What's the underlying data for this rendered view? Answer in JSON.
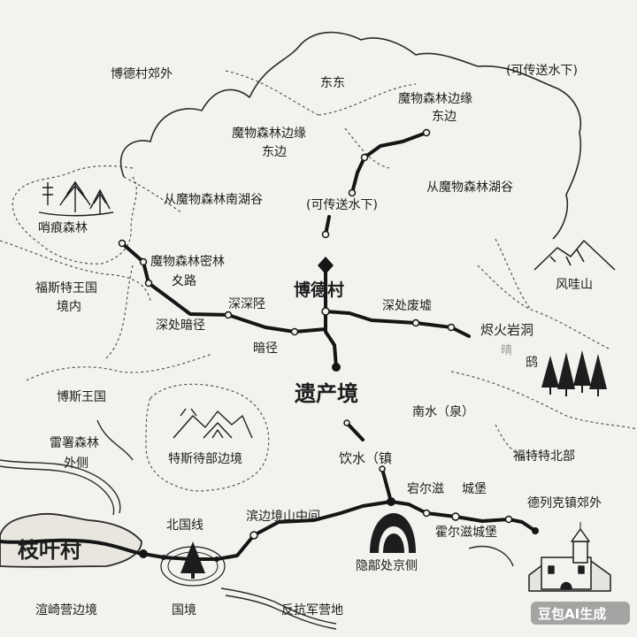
{
  "colors": {
    "background": "#f3f2ee",
    "ink": "#1d1d1d",
    "route": "#151515"
  },
  "icons": [
    "pine-forest-icon",
    "mountain-icon",
    "pine-grove-icon",
    "tent-mountains-icon",
    "pine-tree-icon",
    "cave-entrance-icon",
    "castle-icon",
    "diamond-marker-icon"
  ],
  "labels": {
    "bode_outskirts": "博德村郊外",
    "dongdong": "东东",
    "teleport_ne": "(可传送水下)",
    "forest_edge_east_a": "魔物森林边缘",
    "forest_edge_east_b": "东边",
    "forest_edge_east2_a": "魔物森林边缘",
    "forest_edge_east2_b": "东边",
    "lake_valley_east": "从魔物森林湖谷",
    "from_south_lake": "从魔物森林南湖谷",
    "teleport_center": "(可传送水下)",
    "xiaohen_forest": "哨痕森林",
    "dense_forest_a": "魔物森林密林",
    "dense_forest_b": "夊路",
    "fost_kingdom_a": "福斯特王国",
    "fost_kingdom_b": "境内",
    "bode_village": "博德村",
    "deep_cliff": "深深陉",
    "deep_dark_path": "深处暗径",
    "dark_path": "暗径",
    "deep_ruins": "深处废墟",
    "bonfire_cave": "烬火岩洞",
    "fengya_mountain": "风哇山",
    "faint_a": "晴",
    "faint_b": "鸱",
    "bos_kingdom": "博斯王国",
    "leishu_a": "雷署森林",
    "leishu_b": "外侧",
    "tesi_border": "特斯待部边境",
    "relic_realm": "遗产境",
    "nanshui": "南水（泉）",
    "yinshui": "饮水（镇",
    "fort_north": "福特特北部",
    "youer_castle_a": "宕尔滋",
    "youer_castle_b": "城堡",
    "zhiye_village": "枝叶村",
    "north_line": "北国线",
    "coast_mid": "滨边境山中间",
    "huoer_castle": "霍尔滋城堡",
    "delek_outskirts": "德列克镇郊外",
    "hidden_side": "隐鄗处京侧",
    "border": "国境",
    "resist_camp": "反抗军营地",
    "yuanqi_camp": "渲崎营边境",
    "watermark": "豆包AI生成"
  }
}
